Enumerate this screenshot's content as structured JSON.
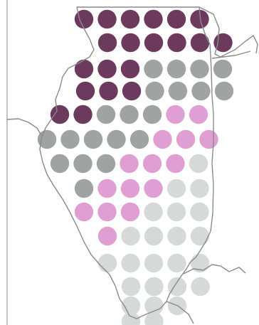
{
  "palette": {
    "dark_purple": "#6b3a5d",
    "gray": "#9fa3a1",
    "pink": "#e09fd3",
    "light_gray": "#d5d9d7",
    "border": "#8a8a8a",
    "background": "#ffffff"
  },
  "grid": {
    "rows": [
      [
        "dark_purple",
        "dark_purple",
        "dark_purple",
        "dark_purple",
        "dark_purple",
        "dark_purple"
      ],
      [
        "dark_purple",
        "dark_purple",
        "dark_purple",
        "dark_purple",
        "dark_purple",
        "dark_purple"
      ],
      [
        "dark_purple",
        "dark_purple",
        "dark_purple",
        "gray",
        "gray",
        "gray",
        "gray"
      ],
      [
        "dark_purple",
        "dark_purple",
        "dark_purple",
        "gray",
        "gray",
        "gray",
        "gray"
      ],
      [
        "dark_purple",
        "dark_purple",
        "gray",
        "gray",
        "gray",
        "pink",
        "pink"
      ],
      [
        "gray",
        "gray",
        "gray",
        "gray",
        "gray",
        "pink",
        "pink",
        "pink"
      ],
      [
        "gray",
        "gray",
        "gray",
        "pink",
        "pink",
        "pink",
        "light_gray"
      ],
      [
        "gray",
        "pink",
        "pink",
        "pink",
        "light_gray",
        "light_gray"
      ],
      [
        "pink",
        "pink",
        "pink",
        "light_gray",
        "light_gray",
        "light_gray"
      ],
      [
        "pink",
        "light_gray",
        "light_gray",
        "light_gray",
        "light_gray"
      ],
      [
        "light_gray",
        "light_gray",
        "light_gray",
        "light_gray",
        "light_gray"
      ],
      [
        "light_gray",
        "light_gray",
        "light_gray",
        "light_gray"
      ],
      [
        "light_gray",
        "light_gray",
        "light_gray"
      ],
      [
        "light_gray",
        "light_gray"
      ]
    ]
  }
}
